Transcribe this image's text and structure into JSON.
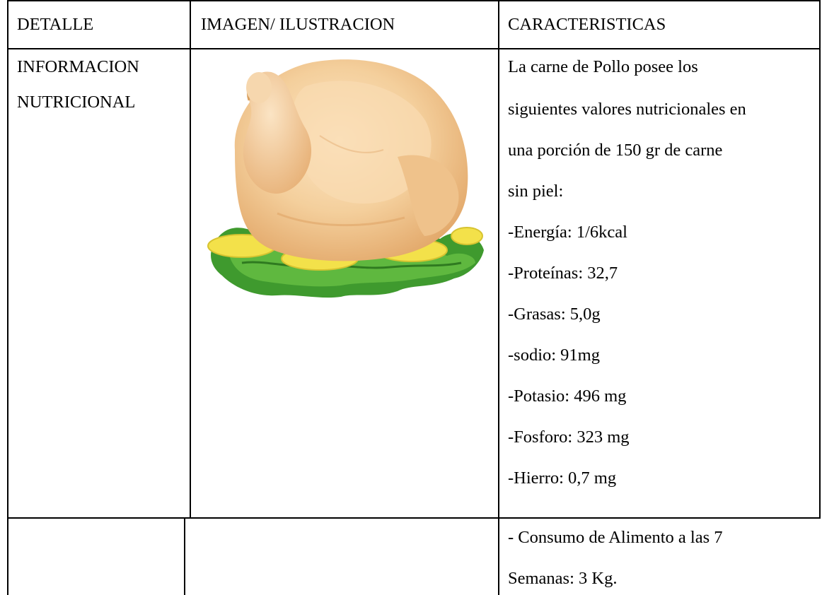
{
  "table": {
    "headers": {
      "detalle": "DETALLE",
      "imagen": "IMAGEN/ ILUSTRACION",
      "caracteristicas": "CARACTERISTICAS"
    },
    "row1": {
      "detalle_lines": [
        "INFORMACION",
        "NUTRICIONAL"
      ],
      "image_subject": "raw-whole-chicken-on-lettuce-and-lemon",
      "caracteristicas_lines": [
        "La carne de Pollo posee los",
        "siguientes valores nutricionales en",
        "una porción de 150 gr de carne",
        "sin piel:",
        "-Energía: 1/6kcal",
        "-Proteínas: 32,7",
        "-Grasas: 5,0g",
        "-sodio: 91mg",
        "-Potasio: 496 mg",
        "-Fosforo: 323 mg",
        "-Hierro: 0,7 mg"
      ]
    },
    "row2": {
      "caracteristicas_lines": [
        "- Consumo de Alimento a las 7",
        "Semanas: 3 Kg."
      ]
    }
  },
  "colors": {
    "border": "#000000",
    "text": "#000000",
    "lettuce": "#3f9a2e",
    "lemon": "#f3e14a",
    "chicken_skin": "#f2cfa1"
  }
}
